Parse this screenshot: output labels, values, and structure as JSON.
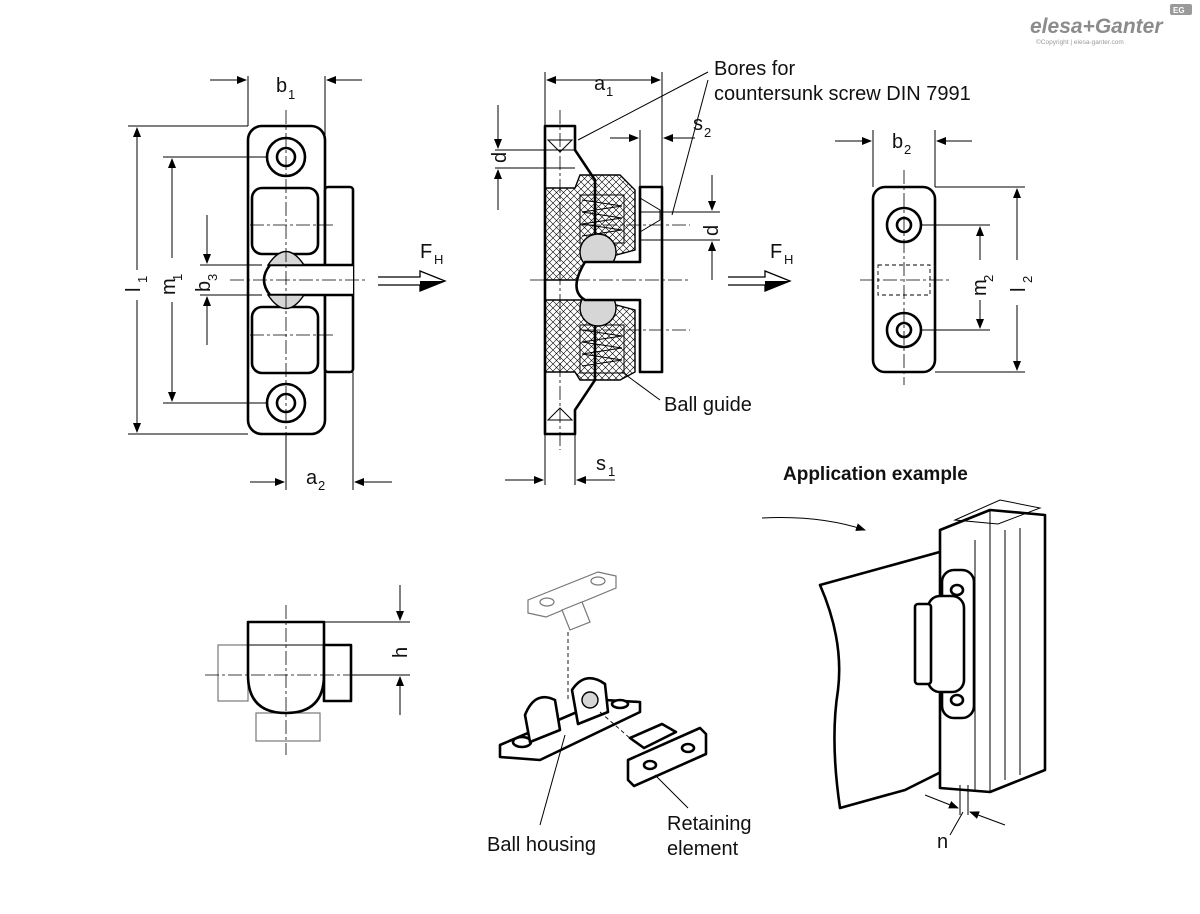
{
  "brand": {
    "logo_text": "elesa+Ganter",
    "badge_text": "EG",
    "copyright": "©Copyright | elesa-ganter.com"
  },
  "dimensions": {
    "b1": "b",
    "b1_sub": "1",
    "l1": "l",
    "l1_sub": "1",
    "m1": "m",
    "m1_sub": "1",
    "b3": "b",
    "b3_sub": "3",
    "a2": "a",
    "a2_sub": "2",
    "FH_left": "F",
    "FH_left_sub": "H",
    "a1": "a",
    "a1_sub": "1",
    "d_left": "d",
    "s2": "s",
    "s2_sub": "2",
    "d_right": "d",
    "s1": "s",
    "s1_sub": "1",
    "FH_right": "F",
    "FH_right_sub": "H",
    "b2": "b",
    "b2_sub": "2",
    "m2": "m",
    "m2_sub": "2",
    "l2": "l",
    "l2_sub": "2",
    "h": "h",
    "n": "n"
  },
  "callouts": {
    "bores_line1": "Bores for",
    "bores_line2": "countersunk screw DIN 7991",
    "ball_guide": "Ball guide",
    "ball_housing": "Ball housing",
    "retaining_line1": "Retaining",
    "retaining_line2": "element",
    "application_example": "Application example"
  },
  "colors": {
    "line": "#000000",
    "ball_fill": "#d6d6d6",
    "logo_grey": "#8c8c8c"
  }
}
